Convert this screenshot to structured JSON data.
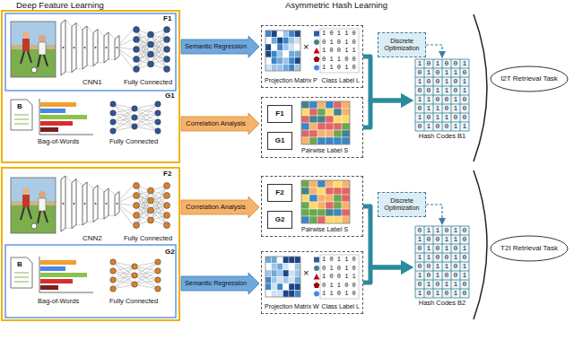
{
  "diagram": {
    "nodes": [
      {
        "text": [
          "Semantic Regression"
        ]
      },
      {
        "text": [
          "Correlation Analysis"
        ]
      },
      {
        "text": [
          "×",
          "1 0 1 1 0",
          "0 1 0 1 0",
          "1 0 0 1 1",
          "0 1 1 0 0",
          "1 1 0 1 0",
          "Projection Matrix P",
          "Class Label L"
        ]
      },
      {
        "text": [
          "Pairwise Label S"
        ]
      },
      {
        "text": [
          "F1"
        ],
        "in": 3
      },
      {
        "text": [
          "G1"
        ],
        "in": 3
      },
      {
        "text": [
          "Discrete Optimization"
        ]
      },
      {
        "text": [
          "1 0 1 0 0 1",
          "0 1 0 1 1 0",
          "1 0 0 1 0 1",
          "0 0 1 1 0 1",
          "1 1 0 0 1 0",
          "0 1 1 0 1 0",
          "1 0 1 1 0 0",
          "0 1 0 0 1 1",
          "Hash Codes B1"
        ]
      },
      {
        "text": [
          "I2T Retrieval Task"
        ]
      },
      {
        "text": [
          "Correlation Analysis"
        ]
      },
      {
        "text": [
          "Pairwise Label S"
        ]
      },
      {
        "text": [
          "F2"
        ],
        "in": 10
      },
      {
        "text": [
          "G2"
        ],
        "in": 10
      },
      {
        "text": [
          "Semantic Regression"
        ]
      },
      {
        "text": [
          "×",
          "1 0 1 1 0",
          "0 1 0 1 0",
          "1 0 0 1 1",
          "0 1 1 0 0",
          "1 1 0 1 0",
          "Projection Matrix W",
          "Class Label L"
        ]
      },
      {
        "text": [
          "Discrete Optimization"
        ]
      },
      {
        "text": [
          "0 1 1 0 1 0",
          "1 0 0 1 1 0",
          "0 1 0 1 0 1",
          "1 1 0 0 1 0",
          "0 0 1 1 0 1",
          "1 0 1 0 0 1",
          "0 1 0 1 1 0",
          "1 0 1 0 1 0",
          "Hash Codes B2"
        ]
      },
      {
        "text": [
          "T2I Retrieval Task"
        ]
      }
    ],
    "edges": [
      {
        "from": 2,
        "to": 7,
        "arrow": "to"
      },
      {
        "from": 3,
        "to": 7,
        "arrow": "to"
      },
      {
        "from": 6,
        "to": 7,
        "arrow": "to"
      },
      {
        "from": 10,
        "to": 16,
        "arrow": "to"
      },
      {
        "from": 14,
        "to": 16,
        "arrow": "to"
      },
      {
        "from": 15,
        "to": 16,
        "arrow": "to"
      }
    ],
    "labels": [
      "Deep Feature Learning",
      "Asymmetric Hash Learning",
      "CNN1",
      "F1",
      "Fully Connected",
      "B",
      "Bag-of-Words",
      "Fully Connected",
      "G1",
      "CNN2",
      "F2",
      "Fully Connected",
      "B",
      "Bag-of-Words",
      "Fully Connected",
      "G2"
    ]
  }
}
